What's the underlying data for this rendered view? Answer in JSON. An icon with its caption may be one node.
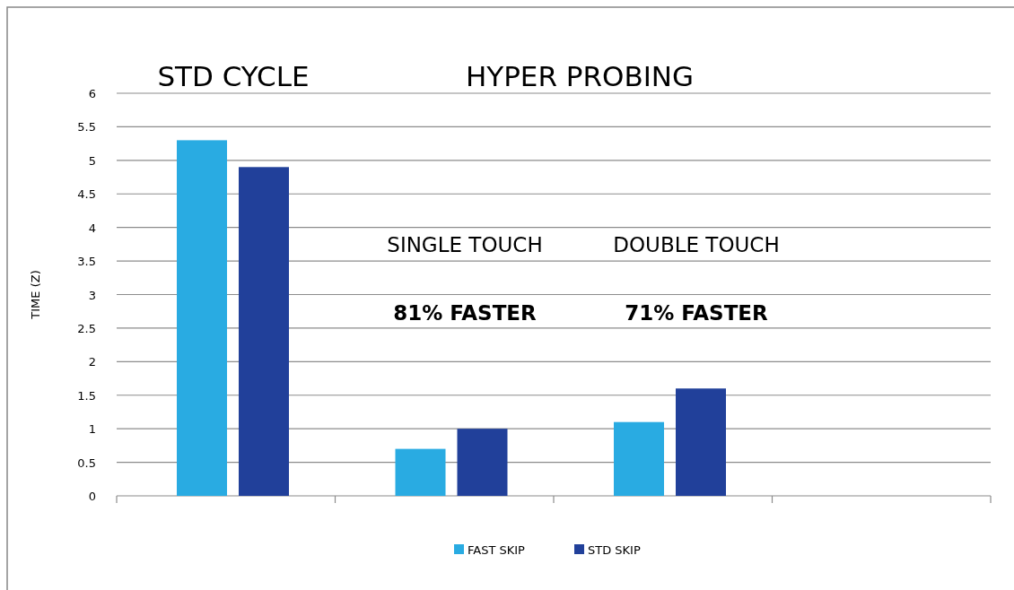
{
  "diagram": {
    "chart_data": {
      "type": "bar",
      "ylabel": "TIME (Z)",
      "categories": [
        null,
        null,
        null,
        null
      ],
      "series": [
        {
          "name": "FAST SKIP",
          "color": "#29abe2",
          "values": [
            5.3,
            0.7,
            1.1,
            null
          ]
        },
        {
          "name": "STD SKIP",
          "color": "#21409a",
          "values": [
            4.9,
            1.0,
            1.6,
            null
          ]
        }
      ],
      "grid": true,
      "legend": "bottom",
      "ylim": [
        0,
        6
      ],
      "yticks": [
        0,
        0.5,
        1,
        1.5,
        2,
        2.5,
        3,
        3.5,
        4,
        4.5,
        5,
        5.5,
        6
      ],
      "annotations": [
        "STD CYCLE",
        "HYPER PROBING",
        "SINGLE TOUCH",
        "DOUBLE TOUCH",
        "81% FASTER",
        "71% FASTER"
      ]
    }
  }
}
